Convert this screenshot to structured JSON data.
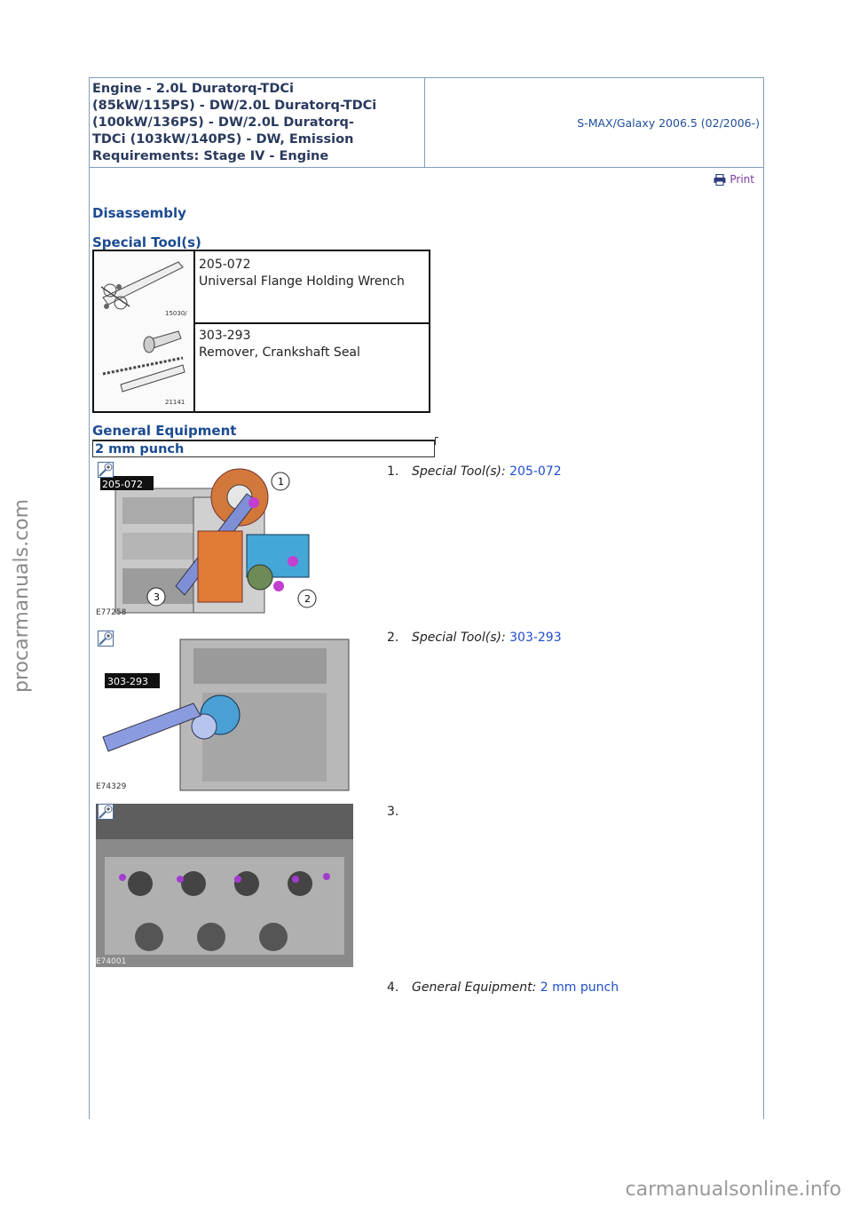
{
  "header": {
    "title_lines": [
      "Engine - 2.0L Duratorq-TDCi",
      "(85kW/115PS) - DW/2.0L Duratorq-TDCi",
      "(100kW/136PS) - DW/2.0L Duratorq-",
      "TDCi (103kW/140PS) - DW, Emission",
      "Requirements: Stage IV - Engine"
    ],
    "model": "S-MAX/Galaxy 2006.5 (02/2006-)"
  },
  "print_label": "Print",
  "section_title": "Disassembly",
  "special_tools": {
    "heading": "Special Tool(s)",
    "items": [
      {
        "code": "205-072",
        "name": "Universal Flange Holding Wrench",
        "img_label": "15030/"
      },
      {
        "code": "303-293",
        "name": "Remover, Crankshaft Seal",
        "img_label": "21141"
      }
    ]
  },
  "general_equipment": {
    "heading": "General Equipment",
    "items": [
      "2 mm punch"
    ]
  },
  "steps": [
    {
      "num": "1.",
      "label": "Special Tool(s):",
      "value": "205-072",
      "figure": "E77258",
      "callout": "205-072"
    },
    {
      "num": "2.",
      "label": "Special Tool(s):",
      "value": "303-293",
      "figure": "E74329",
      "callout": "303-293"
    },
    {
      "num": "3.",
      "label": "",
      "value": "",
      "figure": "E74001",
      "callout": ""
    },
    {
      "num": "4.",
      "label": "General Equipment:",
      "value": "2 mm punch"
    }
  ],
  "watermarks": {
    "side": "procarmanuals.com",
    "footer": "carmanualsonline.info"
  }
}
